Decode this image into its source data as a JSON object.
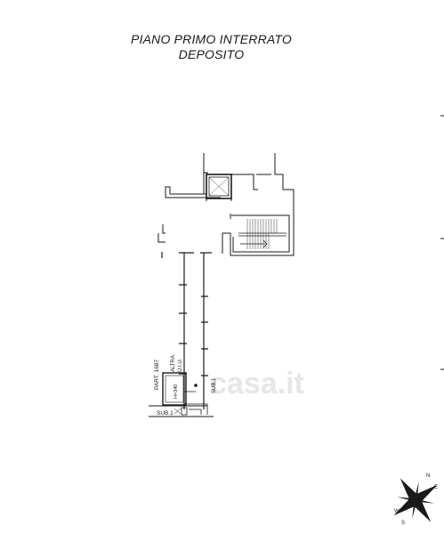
{
  "plan": {
    "title_line1": "PIANO PRIMO INTERRATO",
    "title_line2": "DEPOSITO"
  },
  "labels": {
    "part": "PART. 1687",
    "altra_line1": "ALTRA",
    "altra_line2": "U.I.U.",
    "height": "H=340",
    "sub_vertical": "SUB.1",
    "sub_bottom": "SUB.1"
  },
  "compass": {
    "north": "N",
    "south": "S",
    "east": "E",
    "west": "W"
  },
  "watermark": "casa.it",
  "colors": {
    "lines": "#1a1a1a",
    "hatch": "#555555",
    "watermark": "#e6e6e6"
  }
}
